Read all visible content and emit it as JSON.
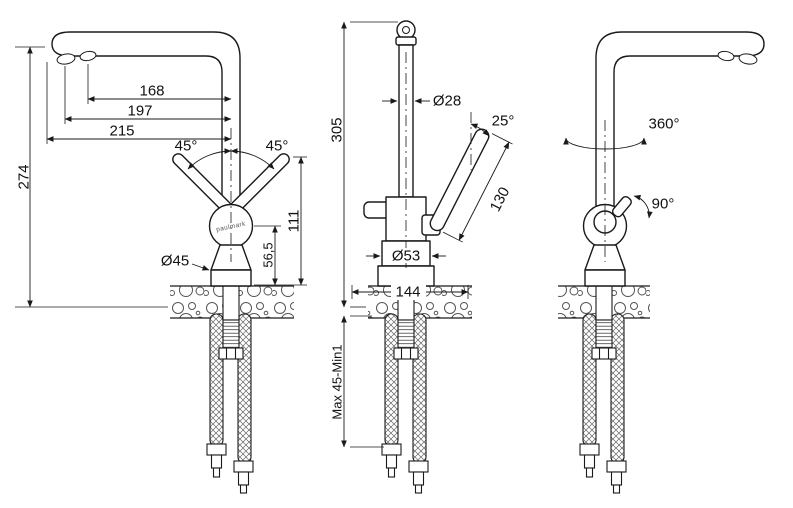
{
  "colors": {
    "ink": "#1a1a1a",
    "background": "#ffffff"
  },
  "drawing": {
    "views": {
      "left": {
        "height_total": "274",
        "spout_reach_inner": "168",
        "spout_reach_mid": "197",
        "spout_reach_tip": "215",
        "handle_angle_left": "45°",
        "handle_angle_right": "45°",
        "base_diameter": "Ø45",
        "handle_tip_height": "111",
        "body_height": "56,5",
        "brand": "paulmark"
      },
      "front": {
        "spout_height": "305",
        "spout_tube_diameter": "Ø28",
        "lever_tilt_angle": "25°",
        "lever_length": "130",
        "body_diameter": "Ø53",
        "base_span": "144",
        "mounting_range": "Max 45-Min1"
      },
      "right": {
        "spout_swivel": "360°",
        "handle_swivel": "90°"
      }
    }
  }
}
